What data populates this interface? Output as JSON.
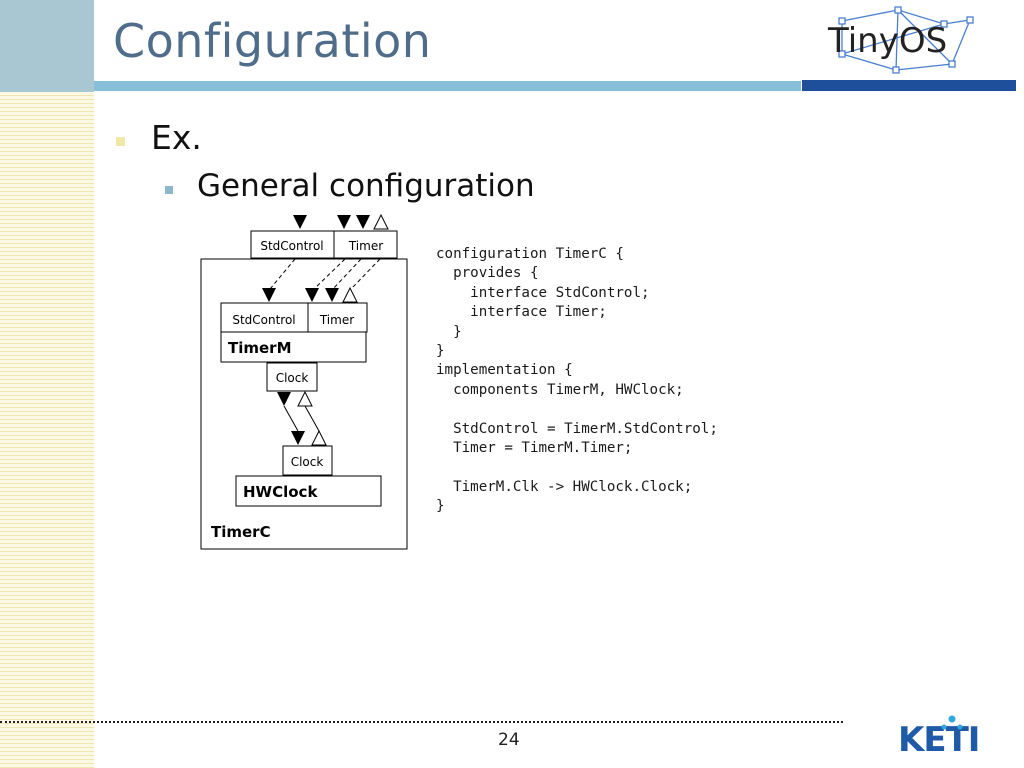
{
  "slide": {
    "title": "Configuration",
    "bullet1": "Ex.",
    "bullet2": "General configuration",
    "page_number": "24"
  },
  "logos": {
    "tinyos": "TinyOS",
    "keti": "KETI"
  },
  "diagram": {
    "outer_top_left": "StdControl",
    "outer_top_right": "Timer",
    "timerm_left": "StdControl",
    "timerm_right": "Timer",
    "timerm_name": "TimerM",
    "timerm_clock": "Clock",
    "hwclock_clock": "Clock",
    "hwclock_name": "HWClock",
    "outer_name": "TimerC"
  },
  "code": {
    "lines": [
      "configuration TimerC {",
      "  provides {",
      "    interface StdControl;",
      "    interface Timer;",
      "  }",
      "}",
      "implementation {",
      "  components TimerM, HWClock;",
      "",
      "  StdControl = TimerM.StdControl;",
      "  Timer = TimerM.Timer;",
      "",
      "  TimerM.Clk -> HWClock.Clock;",
      "}"
    ]
  }
}
